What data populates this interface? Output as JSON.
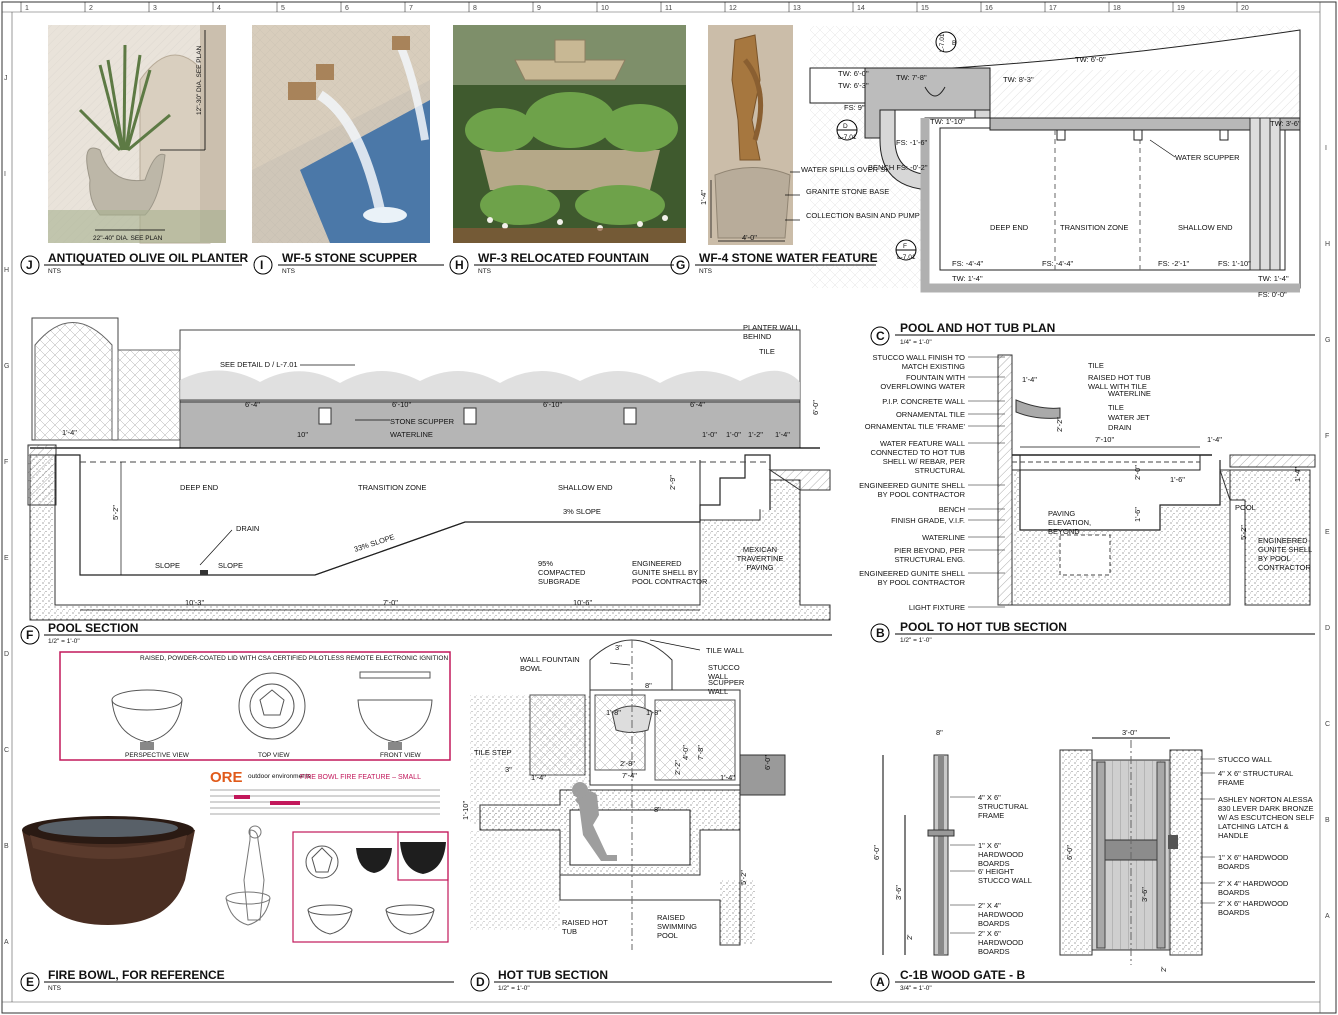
{
  "ruler": {
    "top": [
      "1",
      "2",
      "3",
      "4",
      "5",
      "6",
      "7",
      "8",
      "9",
      "10",
      "11",
      "12",
      "13",
      "14",
      "15",
      "16",
      "17",
      "18",
      "19",
      "20"
    ],
    "left": [
      "J",
      "I",
      "H",
      "G",
      "F",
      "E",
      "D",
      "C",
      "B",
      "A"
    ],
    "right": [
      "I",
      "H",
      "G",
      "F",
      "E",
      "D",
      "C",
      "B",
      "A"
    ]
  },
  "details": {
    "J": {
      "letter": "J",
      "title": "ANTIQUATED OLIVE OIL PLANTER",
      "scale": "NTS",
      "notes": [
        "12\"-30\" DIA. SEE PLAN",
        "22\"-40\" DIA. SEE PLAN"
      ]
    },
    "I": {
      "letter": "I",
      "title": "WF-5 STONE SCUPPER",
      "scale": "NTS"
    },
    "H": {
      "letter": "H",
      "title": "WF-3 RELOCATED FOUNTAIN",
      "scale": "NTS"
    },
    "G": {
      "letter": "G",
      "title": "WF-4 STONE WATER FEATURE",
      "scale": "NTS",
      "notes": [
        "WATER SPILLS OVER SIDES",
        "GRANITE STONE BASE",
        "COLLECTION BASIN AND PUMP BENEATH GRAVEL"
      ],
      "dims": [
        "1'-4\"",
        "4'-0\""
      ]
    },
    "C": {
      "letter": "C",
      "title": "POOL AND HOT TUB PLAN",
      "scale": "1/4\" = 1'-0\"",
      "labels": [
        "TW: 6'-0\"",
        "TW: 6'-3\"",
        "TW: 7'-8\"",
        "TW: 8'-3\"",
        "TW: 6'-0\"",
        "FS: 9\"",
        "TW: 1'-10\"",
        "FS: -1'-6\"",
        "BENCH FS: -0'-2\"",
        "TW: 3'-6\"",
        "WATER SCUPPER",
        "DEEP END",
        "TRANSITION ZONE",
        "SHALLOW END",
        "FS: -4'-4\"",
        "FS: -4'-4\"",
        "FS: -2'-1\"",
        "FS: 1'-10\"",
        "TW: 1'-4\"",
        "TW: 1'-4\"",
        "FS: 0'-0\""
      ],
      "callouts": [
        "D",
        "L-7.01",
        "F",
        "L-7.01",
        "B",
        "L-7.01"
      ]
    },
    "F": {
      "letter": "F",
      "title": "POOL SECTION",
      "scale": "1/2\" = 1'-0\"",
      "labels": [
        "SEE DETAIL D / L-7.01",
        "PLANTER WALL BEHIND",
        "TILE",
        "STONE SCUPPER",
        "WATERLINE",
        "DEEP END",
        "TRANSITION ZONE",
        "SHALLOW END",
        "DRAIN",
        "SLOPE",
        "SLOPE",
        "33% SLOPE",
        "3% SLOPE",
        "95% COMPACTED SUBGRADE",
        "ENGINEERED GUNITE SHELL BY POOL CONTRACTOR",
        "MEXICAN TRAVERTINE PAVING"
      ],
      "dims": [
        "6'-4\"",
        "6'-10\"",
        "6'-10\"",
        "6'-4\"",
        "1'-4\"",
        "10\"",
        "1'-0\"",
        "1'-0\"",
        "1'-2\"",
        "1'-4\"",
        "6'-0\"",
        "5'-2\"",
        "2'-9\"",
        "10'-3\"",
        "7'-0\"",
        "10'-6\""
      ]
    },
    "B": {
      "letter": "B",
      "title": "POOL TO HOT TUB SECTION",
      "scale": "1/2\" = 1'-0\"",
      "labels": [
        "STUCCO WALL FINISH TO MATCH EXISTING",
        "FOUNTAIN WITH OVERFLOWING WATER",
        "P.I.P. CONCRETE WALL",
        "ORNAMENTAL TILE",
        "ORNAMENTAL TILE 'FRAME'",
        "WATER FEATURE WALL CONNECTED TO HOT TUB SHELL W/ REBAR, PER STRUCTURAL",
        "ENGINEERED GUNITE SHELL BY POOL CONTRACTOR",
        "BENCH",
        "FINISH GRADE, V.I.F.",
        "WATERLINE",
        "PIER BEYOND, PER STRUCTURAL ENG.",
        "ENGINEERED GUNITE SHELL BY POOL CONTRACTOR",
        "LIGHT FIXTURE",
        "TILE",
        "RAISED HOT TUB WALL WITH TILE",
        "WATERLINE",
        "TILE",
        "WATER JET",
        "DRAIN",
        "PAVING ELEVATION, BEYOND",
        "POOL",
        "ENGINEERED GUNITE SHELL BY POOL CONTRACTOR"
      ],
      "dims": [
        "1'-4\"",
        "2'-2\"",
        "7'-10\"",
        "1'-4\"",
        "1'-6\"",
        "2'-0\"",
        "1'-6\"",
        "5'-2\"",
        "1'-4\""
      ]
    },
    "E": {
      "letter": "E",
      "title": "FIRE BOWL, FOR REFERENCE",
      "scale": "NTS",
      "sheet_header": "RAISED, POWDER-COATED LID WITH CSA CERTIFIED PILOTLESS REMOTE ELECTRONIC IGNITION",
      "views": [
        "PERSPECTIVE VIEW",
        "TOP VIEW",
        "FRONT VIEW"
      ],
      "brand": "ORE",
      "brand_sub": "outdoor environments",
      "product": "FIRE BOWL FIRE FEATURE – SMALL"
    },
    "D": {
      "letter": "D",
      "title": "HOT TUB SECTION",
      "scale": "1/2\" = 1'-0\"",
      "labels": [
        "WALL FOUNTAIN BOWL",
        "TILE WALL",
        "STUCCO WALL",
        "SCUPPER WALL",
        "TILE STEP",
        "RAISED HOT TUB",
        "RAISED SWIMMING POOL"
      ],
      "dims": [
        "3\"",
        "8\"",
        "1'-8\"",
        "1'-8\"",
        "2'-8\"",
        "7'-4\"",
        "1'-4\"",
        "1'-4\"",
        "4'-0\"",
        "7'-8\"",
        "2'-2\"",
        "6'-0\"",
        "3\"",
        "1'-10\"",
        "8\"",
        "5'-2\""
      ]
    },
    "A": {
      "letter": "A",
      "title": "C-1B WOOD GATE - B",
      "scale": "3/4\" = 1'-0\"",
      "labels": [
        "4\" X 6\" STRUCTURAL FRAME",
        "1\" X 6\" HARDWOOD BOARDS",
        "6' HEIGHT STUCCO WALL",
        "2\" X 4\" HARDWOOD BOARDS",
        "2\" X 6\" HARDWOOD BOARDS",
        "STUCCO WALL",
        "4\" X 6\" STRUCTURAL FRAME",
        "ASHLEY NORTON ALESSA 830 LEVER DARK BRONZE W/ AS ESCUTCHEON SELF LATCHING LATCH & HANDLE",
        "1\" X 6\" HARDWOOD BOARDS",
        "2\" X 4\" HARDWOOD BOARDS",
        "2\" X 6\" HARDWOOD BOARDS"
      ],
      "dims": [
        "8\"",
        "3'-0\"",
        "6'-0\"",
        "3'-6\"",
        "2'",
        "6'-0\"",
        "3'-6\"",
        "2'"
      ]
    }
  },
  "colors": {
    "line": "#222222",
    "accent": "#c2185b",
    "gray": "#8a8a8a",
    "brown": "#4a2e22"
  }
}
